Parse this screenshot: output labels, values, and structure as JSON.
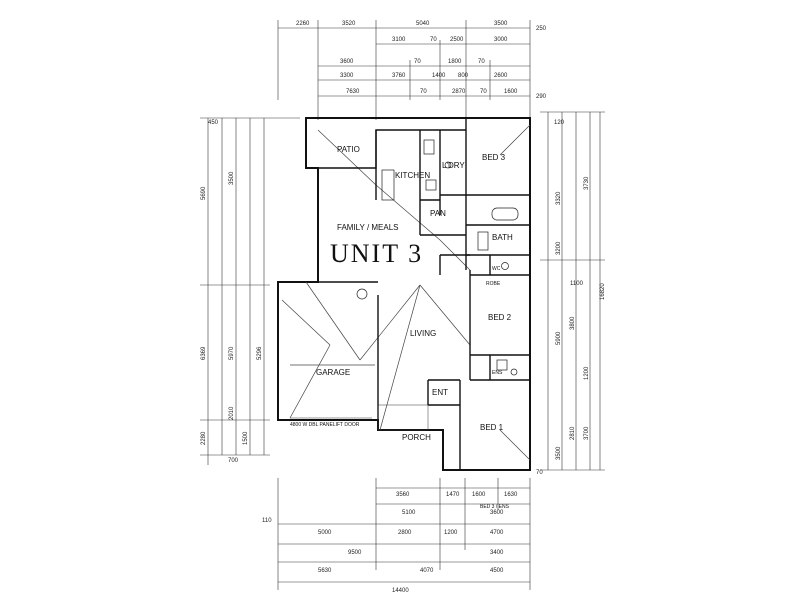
{
  "plan": {
    "unit_title": "UNIT 3",
    "rooms": {
      "patio": "PATIO",
      "kitchen": "KITCHEN",
      "family_meals": "FAMILY / MEALS",
      "lndry": "L'DRY",
      "pan": "PAN",
      "bed3": "BED 3",
      "bath": "BATH",
      "wc": "WC",
      "living": "LIVING",
      "bed2": "BED 2",
      "ens": "ENS",
      "bed1": "BED 1",
      "ent": "ENT",
      "porch": "PORCH",
      "garage": "GARAGE",
      "robe": "ROBE"
    },
    "notes": {
      "garage_door": "4800 W DBL PANELIFT DOOR",
      "bed3_ens": "BED 3 / ENS"
    },
    "top_dims": {
      "row1": [
        "2260",
        "3520",
        "5040",
        "3500"
      ],
      "row2": [
        "3100",
        "70",
        "2500",
        "3000"
      ],
      "row3": [
        "3600",
        "70",
        "1800",
        "70"
      ],
      "row4": [
        "3300",
        "3760",
        "1400",
        "800",
        "2600"
      ],
      "row5": [
        "7630",
        "70",
        "2870",
        "70",
        "1600"
      ]
    },
    "bottom_dims": {
      "row1": [
        "3560",
        "1470",
        "1600",
        "1630"
      ],
      "row2": [
        "5100",
        "3600"
      ],
      "row3": [
        "5000",
        "2800",
        "1200",
        "4700"
      ],
      "row4": [
        "9500",
        "3400"
      ],
      "row5": [
        "5630",
        "4070",
        "4500"
      ],
      "total": "14400"
    },
    "left_dims": [
      "5690",
      "3500",
      "6369",
      "5970",
      "5296",
      "2280",
      "2010",
      "1500",
      "700"
    ],
    "right_dims": [
      "3320",
      "3730",
      "16820",
      "3200",
      "3800",
      "5900",
      "1200",
      "3700",
      "3500",
      "2810",
      "1100"
    ],
    "edge_marks": [
      "250",
      "290",
      "70",
      "110",
      "450",
      "120"
    ]
  }
}
